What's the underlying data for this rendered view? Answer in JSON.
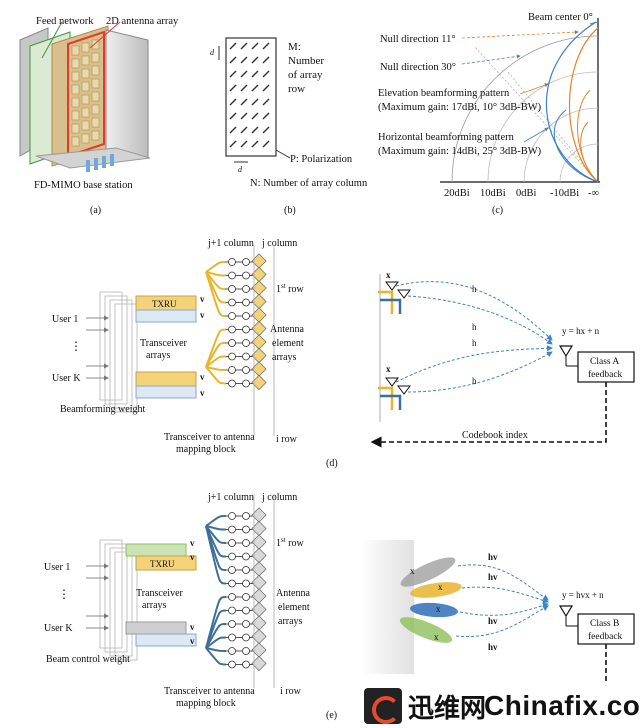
{
  "panel_a": {
    "feed_network": "Feed network",
    "antenna_array": "2D antenna array",
    "base_station": "FD-MIMO base station",
    "tag": "(a)"
  },
  "panel_b": {
    "m_label_line1": "M:",
    "m_label_line2": "Number",
    "m_label_line3": "of array",
    "m_label_line4": "row",
    "p_label": "P: Polarization",
    "n_label": "N: Number of array column",
    "dv": "d",
    "dh": "d",
    "tag": "(b)"
  },
  "panel_c": {
    "beam_center": "Beam center 0°",
    "null_11": "Null direction 11°",
    "null_30": "Null direction 30°",
    "elev_line1": "Elevation beamforming pattern",
    "elev_line2": "(Maximum gain: 17dBi, 10° 3dB-BW)",
    "horiz_line1": "Horizontal beamforming pattern",
    "horiz_line2": "(Maximum gain: 14dBi, 25° 3dB-BW)",
    "ticks": [
      "20dBi",
      "10dBi",
      "0dBi",
      "-10dBi",
      "-∞"
    ],
    "tag": "(c)"
  },
  "panel_d": {
    "j1_col": "j+1 column",
    "j_col": "j column",
    "first_row": "1",
    "first_row_sup": "st",
    "first_row_rest": " row",
    "i_row": "i row",
    "txru": "TXRU",
    "v": "v",
    "user1": "User 1",
    "dots": "⋮",
    "userK": "User K",
    "transceiver": "Transceiver",
    "arrays": "arrays",
    "antenna": "Antenna",
    "element": "element",
    "ant_arrays": "arrays",
    "bf_weight": "Beamforming weight",
    "mapping1": "Transceiver to antenna",
    "mapping2": "mapping block",
    "x1": "x",
    "x2": "x",
    "h1": "h",
    "h2": "h",
    "h3": "h",
    "h4": "h",
    "eq": "y",
    "eq_rest": " = h",
    "eq_tail": "x",
    "eq_noise": " + n",
    "classA1": "Class A",
    "classA2": "feedback",
    "codebook": "Codebook index",
    "tag": "(d)"
  },
  "panel_e": {
    "j1_col": "j+1 column",
    "j_col": "j column",
    "first_row": "1",
    "first_row_sup": "st",
    "first_row_rest": " row",
    "i_row": "i row",
    "txru": "TXRU",
    "v4": "v",
    "v2": "v",
    "v1": "v",
    "v3": "v",
    "user1": "User 1",
    "dots": "⋮",
    "userK": "User K",
    "transceiver": "Transceiver",
    "arrays": "arrays",
    "antenna": "Antenna",
    "element": "element",
    "ant_arrays": "arrays",
    "bc_weight": "Beam control weight",
    "mapping1": "Transceiver to antenna",
    "mapping2": "mapping block",
    "x1": "x",
    "x2": "x",
    "x3": "x",
    "x4": "x",
    "hv1": "hv",
    "hv2": "hv",
    "hv3": "hv",
    "hv4": "hv",
    "eq": "y",
    "eq_rest": " = hv",
    "eq_tail": "x",
    "eq_noise": " + n",
    "classB1": "Class B",
    "classB2": "feedback",
    "tag": "(e)"
  },
  "watermark": {
    "cn": "迅维网",
    "en": "Chinafix.com"
  },
  "colors": {
    "yellow": "#e8b52a",
    "yellow_fill": "#f3d27a",
    "blue_line": "#3d6f9a",
    "blue_dash": "#3c86c4",
    "orange": "#e8822a",
    "green": "#8cbf5a",
    "blue_beam": "#2f6fb8"
  }
}
